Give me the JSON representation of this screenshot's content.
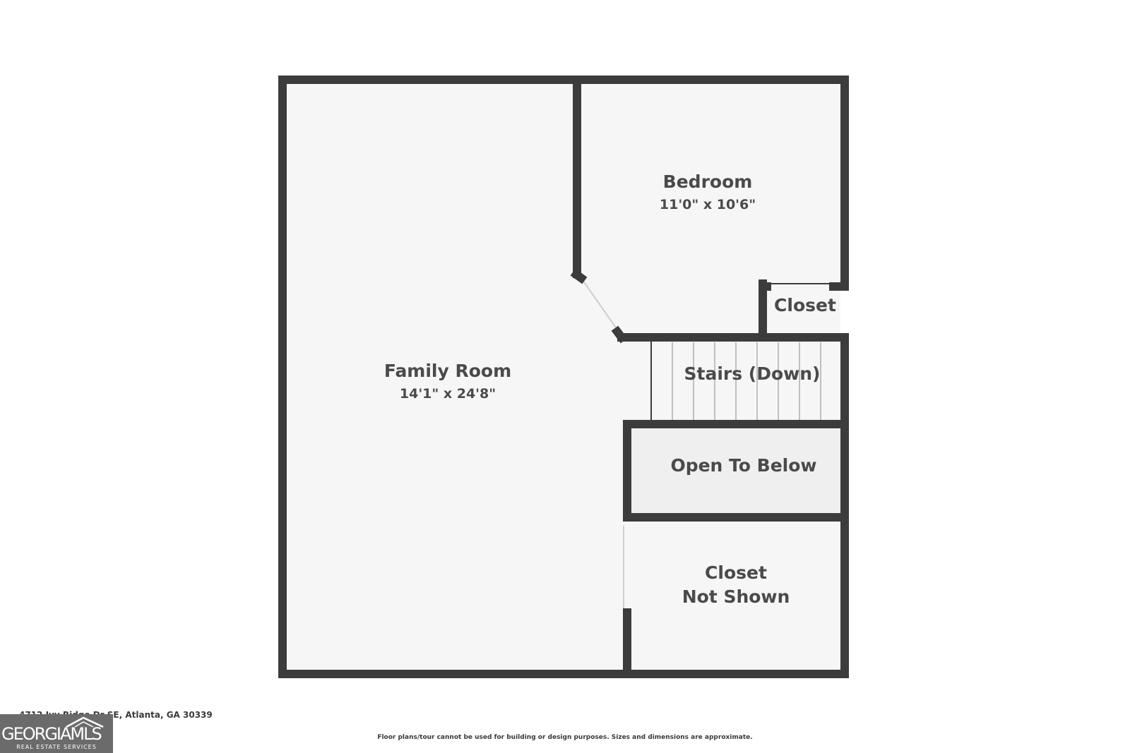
{
  "plan": {
    "wall_color": "#3c3c3c",
    "floor_color": "#f6f6f6",
    "open_below_color": "#efefef",
    "rooms": {
      "family_room": {
        "name": "Family Room",
        "dims": "14'1\" x 24'8\""
      },
      "bedroom": {
        "name": "Bedroom",
        "dims": "11'0\" x 10'6\""
      },
      "closet": {
        "name": "Closet"
      },
      "stairs": {
        "name": "Stairs (Down)"
      },
      "open_below": {
        "name": "Open To Below"
      },
      "closet_not_shown": {
        "line1": "Closet",
        "line2": "Not Shown"
      }
    }
  },
  "footer": {
    "address": "4712 Ivy Ridge Dr SE, Atlanta, GA 30339",
    "disclaimer": "Floor plans/tour cannot be used for building or design purposes. Sizes and dimensions are approximate."
  },
  "logo": {
    "main": "GEORGIAMLS",
    "sub": "REAL ESTATE SERVICES",
    "icon": "house-roof-icon"
  }
}
